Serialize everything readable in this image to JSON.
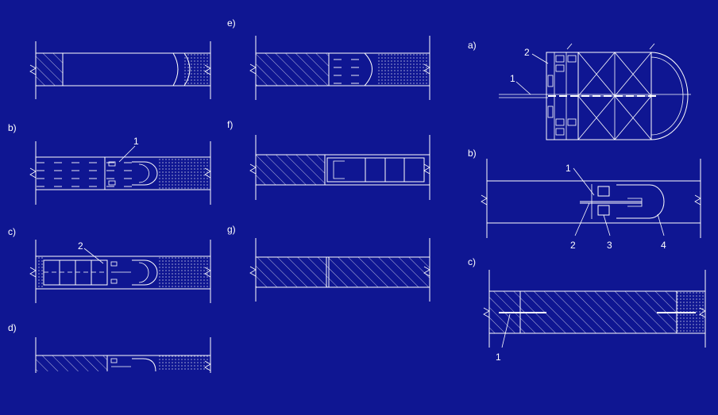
{
  "colors": {
    "background": "#0f1692",
    "line": "#ffffff"
  },
  "left_panels": {
    "b_label": "b)",
    "c_label": "c)",
    "d_label": "d)",
    "e_label": "e)",
    "f_label": "f)",
    "g_label": "g)",
    "b_callout": "1",
    "c_callout": "2"
  },
  "right_panels": {
    "a_label": "a)",
    "b_label": "b)",
    "c_label": "c)",
    "a_callout_1": "1",
    "a_callout_2": "2",
    "b_callout_1": "1",
    "b_callout_2": "2",
    "b_callout_3": "3",
    "b_callout_4": "4",
    "c_callout_1": "1"
  }
}
